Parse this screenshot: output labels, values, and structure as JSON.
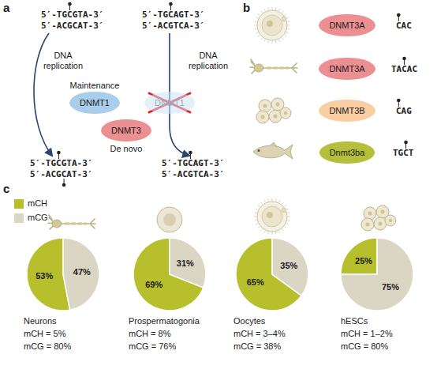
{
  "diagram": {
    "nodes": [
      {
        "text": [
          "DNMT1"
        ]
      },
      {
        "text": [
          "DNMT1"
        ]
      },
      {
        "text": [
          "DNMT3"
        ]
      },
      {
        "text": [
          "DNMT3A"
        ]
      },
      {
        "text": [
          "DNMT3A"
        ]
      },
      {
        "text": [
          "DNMT3B"
        ]
      },
      {
        "text": [
          "Dnmt3ba"
        ]
      }
    ],
    "labels": [
      "a",
      "5′-TGCGTA-3′",
      "5′-ACGCAT-3′",
      "5′-TGCAGT-3′",
      "5′-ACGTCA-3′",
      "DNA replication",
      "Maintenance",
      "DNA replication",
      "5′-TGCGTA-3′",
      "5′-ACGCAT-3′",
      "De novo",
      "5′-TGCAGT-3′",
      "5′-ACGTCA-3′",
      "b",
      "CAC",
      "TACAC",
      "CAG",
      "TGCT",
      "c",
      "53%",
      "47%",
      "69%",
      "31%",
      "65%",
      "35%",
      "25%",
      "75%",
      "Neurons",
      "mCH = 5%",
      "mCG = 80%",
      "Prospermatogonia",
      "mCH = 8%",
      "mCG = 76%",
      "Oocytes",
      "mCH = 3–4%",
      "mCG = 38%",
      "hESCs",
      "mCH = 1–2%",
      "mCG = 80%"
    ],
    "legend": [
      {
        "text": "mCH",
        "color": "#b8bf2c"
      },
      {
        "text": "mCG",
        "color": "#dbd5c3"
      }
    ]
  }
}
